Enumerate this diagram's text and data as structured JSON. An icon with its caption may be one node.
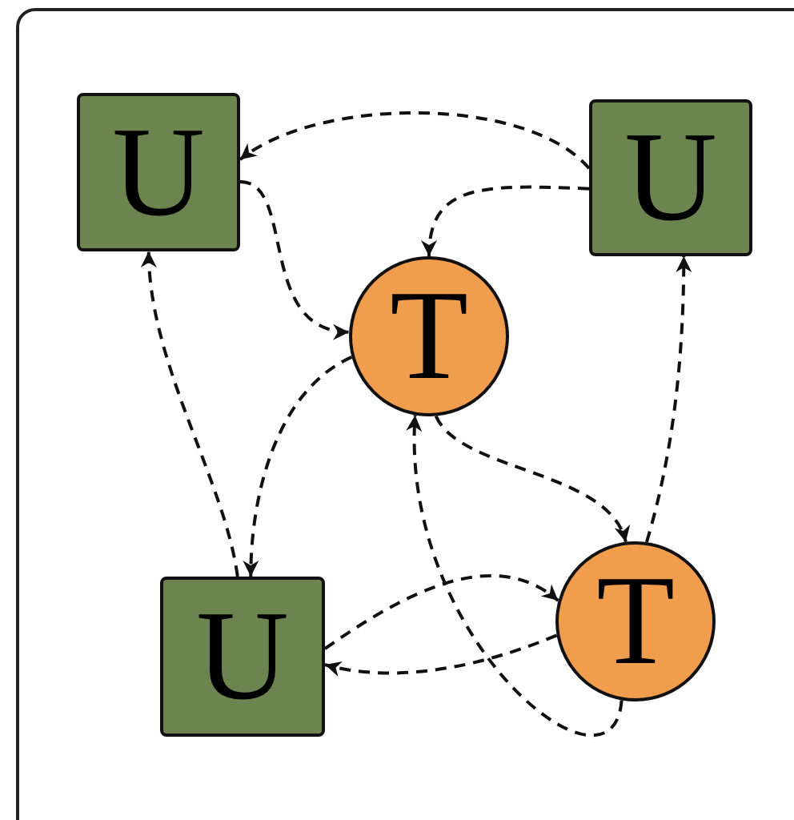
{
  "diagram": {
    "nodes": [
      {
        "text": [
          "U"
        ]
      },
      {
        "text": [
          "U"
        ]
      },
      {
        "text": [
          "T"
        ]
      },
      {
        "text": [
          "U"
        ]
      },
      {
        "text": [
          "T"
        ]
      }
    ],
    "edges": [
      {
        "from": 1,
        "to": 0,
        "arrow": "to",
        "style": "dashed"
      },
      {
        "from": 1,
        "to": 2,
        "arrow": "to",
        "style": "dashed"
      },
      {
        "from": 0,
        "to": 2,
        "arrow": "to",
        "style": "dashed"
      },
      {
        "from": 2,
        "to": 3,
        "arrow": "to",
        "style": "dashed"
      },
      {
        "from": 3,
        "to": 0,
        "arrow": "to",
        "style": "dashed"
      },
      {
        "from": 2,
        "to": 4,
        "arrow": "to",
        "style": "dashed"
      },
      {
        "from": 4,
        "to": 1,
        "arrow": "to",
        "style": "dashed"
      },
      {
        "from": 3,
        "to": 4,
        "arrow": "to",
        "style": "dashed"
      },
      {
        "from": 4,
        "to": 3,
        "arrow": "to",
        "style": "dashed"
      },
      {
        "from": 4,
        "to": 2,
        "arrow": "to",
        "style": "dashed"
      }
    ]
  }
}
